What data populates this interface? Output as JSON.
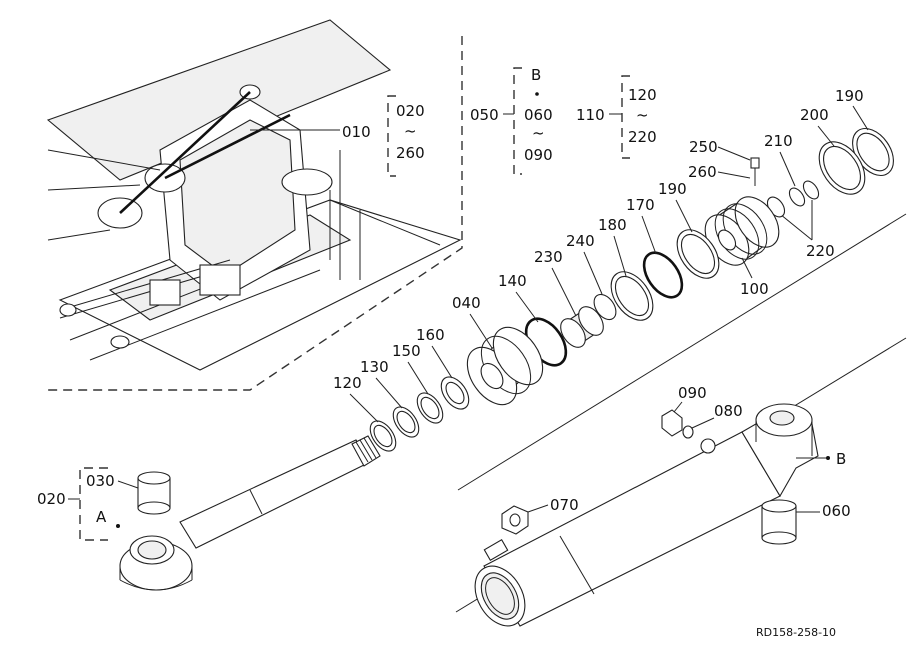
{
  "labels": {
    "p010": "010",
    "p020_top": "020",
    "p260_top": "260",
    "tilde": "~",
    "p050": "050",
    "B_top": "B",
    "p060_top": "060",
    "p090_top": "090",
    "p110": "110",
    "p120_top": "120",
    "p220_top": "220",
    "p190_right": "190",
    "p200": "200",
    "p250": "250",
    "p210": "210",
    "p260_mid": "260",
    "p190_mid": "190",
    "p170": "170",
    "p180": "180",
    "p240": "240",
    "p230": "230",
    "p140": "140",
    "p040": "040",
    "p220_mid": "220",
    "p100": "100",
    "p160": "160",
    "p150": "150",
    "p130": "130",
    "p120_low": "120",
    "p020_low": "020",
    "p030": "030",
    "A": "A",
    "p090_low": "090",
    "p080": "080",
    "B_low": "B",
    "p070": "070",
    "p060_low": "060"
  },
  "footer": {
    "code": "RD158-258-10"
  }
}
